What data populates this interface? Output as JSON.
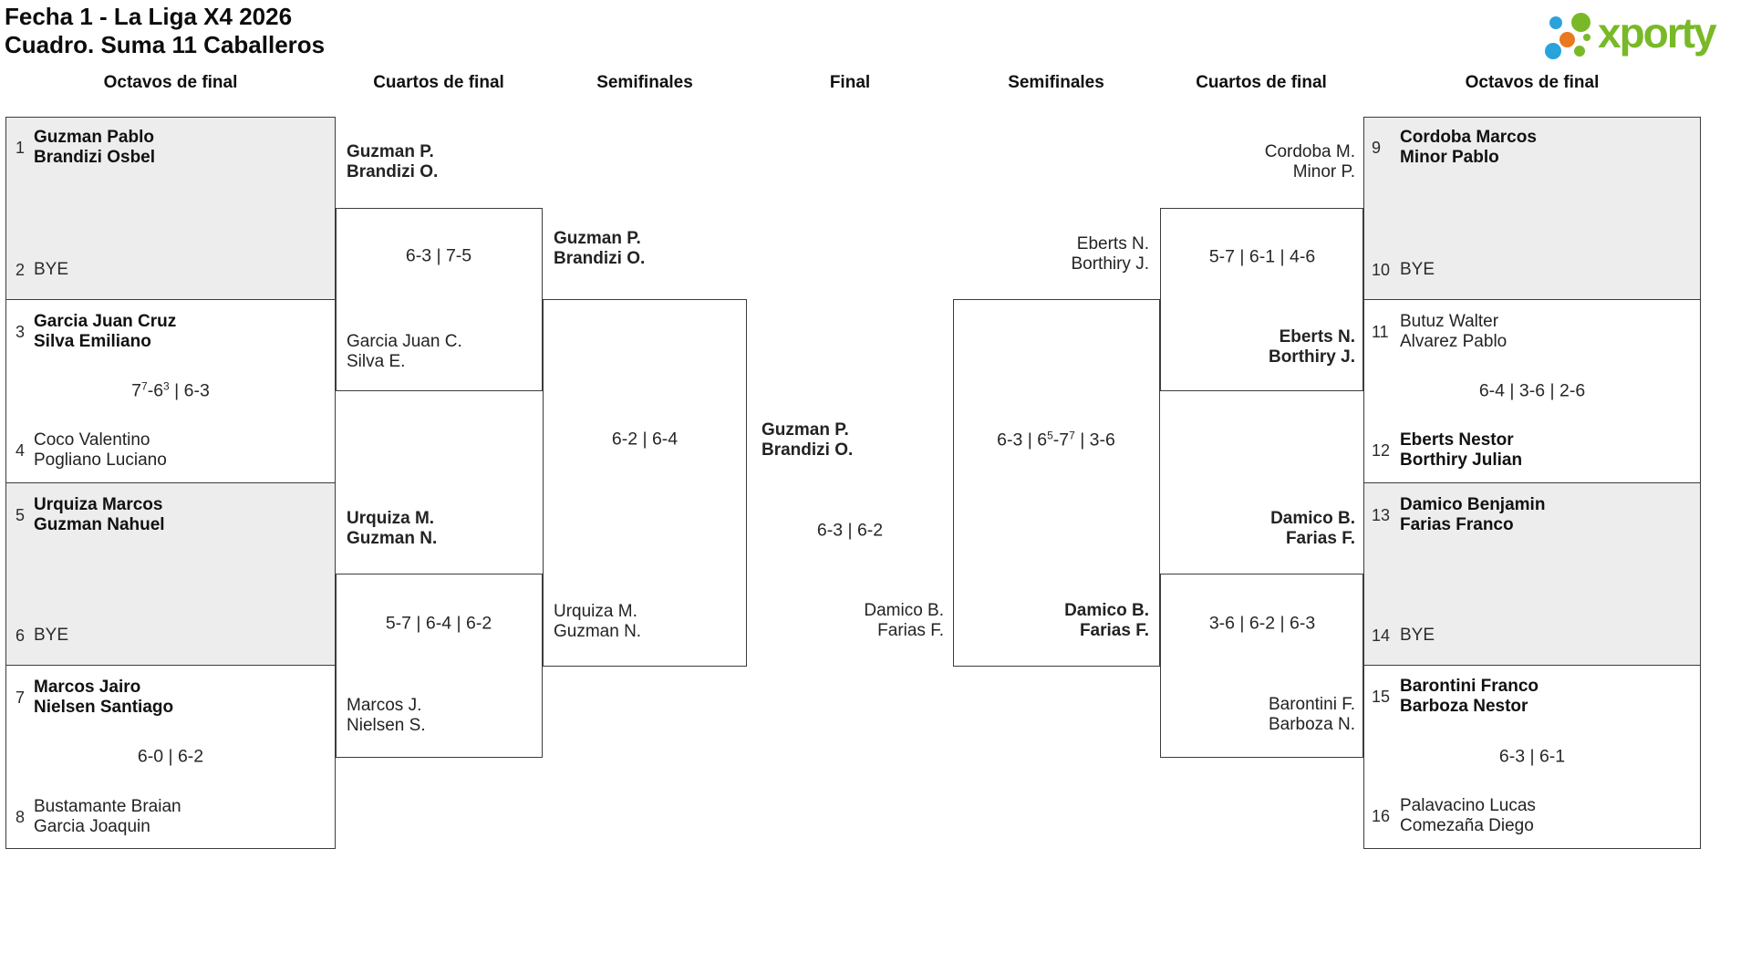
{
  "title": {
    "line1": "Fecha 1 - La Liga X4 2026",
    "line2": "Cuadro. Suma 11 Caballeros"
  },
  "logo": {
    "text": "xporty"
  },
  "round_headers": {
    "left_r16": "Octavos de final",
    "left_qf": "Cuartos de final",
    "left_sf": "Semifinales",
    "final": "Final",
    "right_sf": "Semifinales",
    "right_qf": "Cuartos de final",
    "right_r16": "Octavos de final"
  },
  "r16_left": {
    "m1": {
      "seed_top": "1",
      "top1": "Guzman Pablo",
      "top2": "Brandizi Osbel",
      "seed_bottom": "2",
      "bye": "BYE"
    },
    "m2": {
      "seed_top": "3",
      "top1": "Garcia Juan Cruz",
      "top2": "Silva Emiliano",
      "score": [
        "7",
        "^7",
        "-6",
        "^3",
        " | 6-3"
      ],
      "seed_bottom": "4",
      "bot1": "Coco Valentino",
      "bot2": "Pogliano Luciano"
    },
    "m3": {
      "seed_top": "5",
      "top1": "Urquiza Marcos",
      "top2": "Guzman Nahuel",
      "seed_bottom": "6",
      "bye": "BYE"
    },
    "m4": {
      "seed_top": "7",
      "top1": "Marcos Jairo",
      "top2": "Nielsen Santiago",
      "score": [
        "6-0 | 6-2"
      ],
      "seed_bottom": "8",
      "bot1": "Bustamante Braian",
      "bot2": "Garcia Joaquin"
    }
  },
  "r16_right": {
    "m1": {
      "seed_top": "9",
      "top1": "Cordoba Marcos",
      "top2": "Minor Pablo",
      "seed_bottom": "10",
      "bye": "BYE"
    },
    "m2": {
      "seed_top": "11",
      "top1": "Butuz Walter",
      "top2": "Alvarez Pablo",
      "score": [
        "6-4 | 3-6 | 2-6"
      ],
      "seed_bottom": "12",
      "bot1": "Eberts Nestor",
      "bot2": "Borthiry Julian"
    },
    "m3": {
      "seed_top": "13",
      "top1": "Damico Benjamin",
      "top2": "Farias Franco",
      "seed_bottom": "14",
      "bye": "BYE"
    },
    "m4": {
      "seed_top": "15",
      "top1": "Barontini Franco",
      "top2": "Barboza Nestor",
      "score": [
        "6-3 | 6-1"
      ],
      "seed_bottom": "16",
      "bot1": "Palavacino Lucas",
      "bot2": "Comezaña Diego"
    }
  },
  "qf_left": {
    "m1": {
      "top1": "Guzman P.",
      "top2": "Brandizi O.",
      "score": [
        "6-3 | 7-5"
      ],
      "bot1": "Garcia Juan C.",
      "bot2": "Silva E."
    },
    "m2": {
      "top1": "Urquiza M.",
      "top2": "Guzman N.",
      "score": [
        "5-7 | 6-4 | 6-2"
      ],
      "bot1": "Marcos J.",
      "bot2": "Nielsen S."
    }
  },
  "qf_right": {
    "m1": {
      "top1": "Cordoba M.",
      "top2": "Minor P.",
      "score": [
        "5-7 | 6-1 | 4-6"
      ],
      "bot1": "Eberts N.",
      "bot2": "Borthiry J."
    },
    "m2": {
      "top1": "Damico B.",
      "top2": "Farias F.",
      "score": [
        "3-6 | 6-2 | 6-3"
      ],
      "bot1": "Barontini F.",
      "bot2": "Barboza N."
    }
  },
  "sf_left": {
    "top1": "Guzman P.",
    "top2": "Brandizi O.",
    "score": [
      "6-2 | 6-4"
    ],
    "bot1": "Urquiza M.",
    "bot2": "Guzman N."
  },
  "sf_right": {
    "top1": "Eberts N.",
    "top2": "Borthiry J.",
    "score": [
      "6-3 | 6",
      "^5",
      "-7",
      "^7",
      " | 3-6"
    ],
    "bot1": "Damico B.",
    "bot2": "Farias F."
  },
  "final": {
    "left1": "Guzman P.",
    "left2": "Brandizi O.",
    "score": [
      "6-3 | 6-2"
    ],
    "right1": "Damico B.",
    "right2": "Farias F."
  },
  "colors": {
    "accent_green": "#79b928",
    "accent_blue": "#2aa3dc",
    "accent_orange": "#e8791f",
    "box_shaded": "#ededed",
    "line": "#3c3c3c"
  }
}
